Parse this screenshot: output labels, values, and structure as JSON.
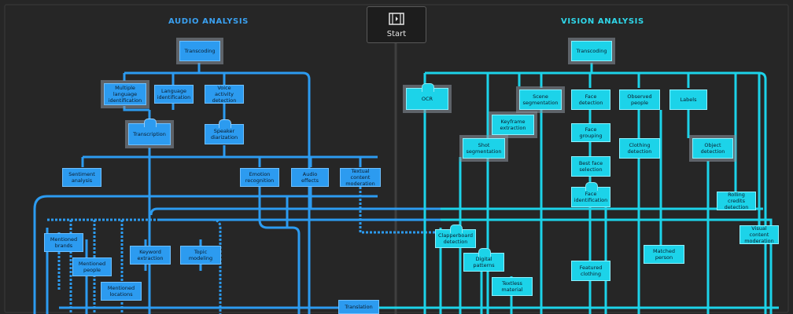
{
  "headings": {
    "audio": "AUDIO ANALYSIS",
    "vision": "VISION ANALYSIS"
  },
  "start": {
    "label": "Start",
    "icon": "film-icon"
  },
  "colors": {
    "audio": "#2c9bf0",
    "vision": "#1cd3e9",
    "background": "#262626"
  },
  "audio_nodes": {
    "transcoding": "Transcoding",
    "multiple_language_identification": "Multiple language identification",
    "language_identification": "Language identification",
    "voice_activity_detection": "Voice activity detection",
    "transcription": "Transcription",
    "speaker_diarization": "Speaker diarization",
    "sentiment_analysis": "Sentiment analysis",
    "emotion_recognition": "Emotion recognition",
    "audio_effects": "Audio effects",
    "textual_content_moderation": "Textual content moderation",
    "mentioned_brands": "Mentioned brands",
    "mentioned_people": "Mentioned people",
    "mentioned_locations": "Mentioned locations",
    "keyword_extraction": "Keyword extraction",
    "topic_modeling": "Topic modeling",
    "translation": "Translation"
  },
  "vision_nodes": {
    "transcoding": "Transcoding",
    "ocr": "OCR",
    "scene_segmentation": "Scene segmentation",
    "keyframe_extraction": "Keyframe extraction",
    "shot_segmentation": "Shot segmentation",
    "face_detection": "Face detection",
    "face_grouping": "Face grouping",
    "best_face_selection": "Best face selection",
    "face_identification": "Face identification",
    "observed_people": "Observed people",
    "clothing_detection": "Clothing detection",
    "labels": "Labels",
    "object_detection": "Object detection",
    "rolling_credits_detection": "Rolling credits detection",
    "visual_content_moderation": "Visual content moderation",
    "clapperboard_detection": "Clapperboard detection",
    "digital_patterns": "Digital patterns",
    "textless_material": "Textless material",
    "featured_clothing": "Featured clothing",
    "matched_person": "Matched person"
  }
}
